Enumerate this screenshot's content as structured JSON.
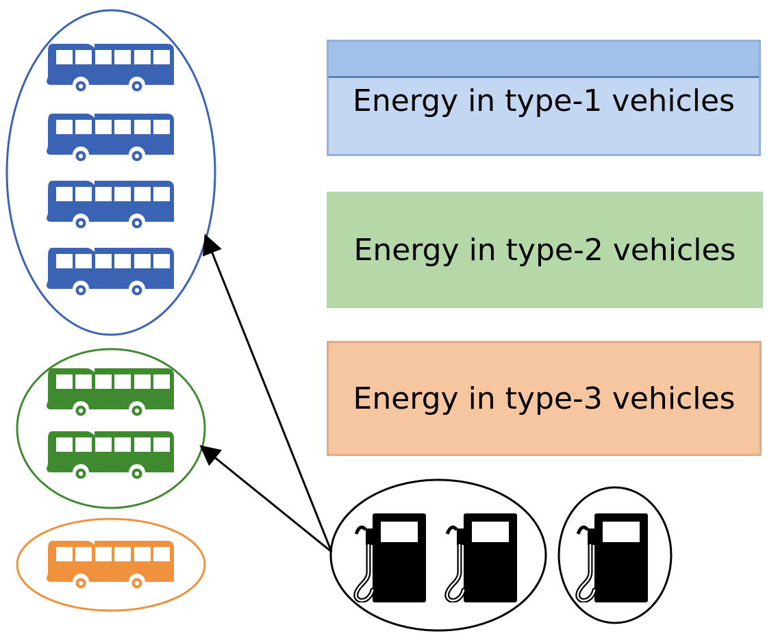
{
  "colors": {
    "type1": "#3a63b3",
    "type2": "#3f8a2f",
    "type3": "#f0913d",
    "box1_fill": "#c4d7f2",
    "box1_band": "#a2c1ea",
    "box2_fill": "#b4d8a7",
    "box3_fill": "#f6c6a1",
    "station": "#000000"
  },
  "energy_boxes": [
    {
      "label": "Energy in type-1 vehicles"
    },
    {
      "label": "Energy in type-2 vehicles"
    },
    {
      "label": "Energy in type-3 vehicles"
    }
  ],
  "vehicle_groups": [
    {
      "type": "type-1",
      "count": 4,
      "icon": "bus-icon"
    },
    {
      "type": "type-2",
      "count": 2,
      "icon": "bus-icon"
    },
    {
      "type": "type-3",
      "count": 1,
      "icon": "bus-icon"
    }
  ],
  "station_groups": [
    {
      "count": 2,
      "icon": "fuel-pump-icon"
    },
    {
      "count": 1,
      "icon": "fuel-pump-icon"
    }
  ]
}
